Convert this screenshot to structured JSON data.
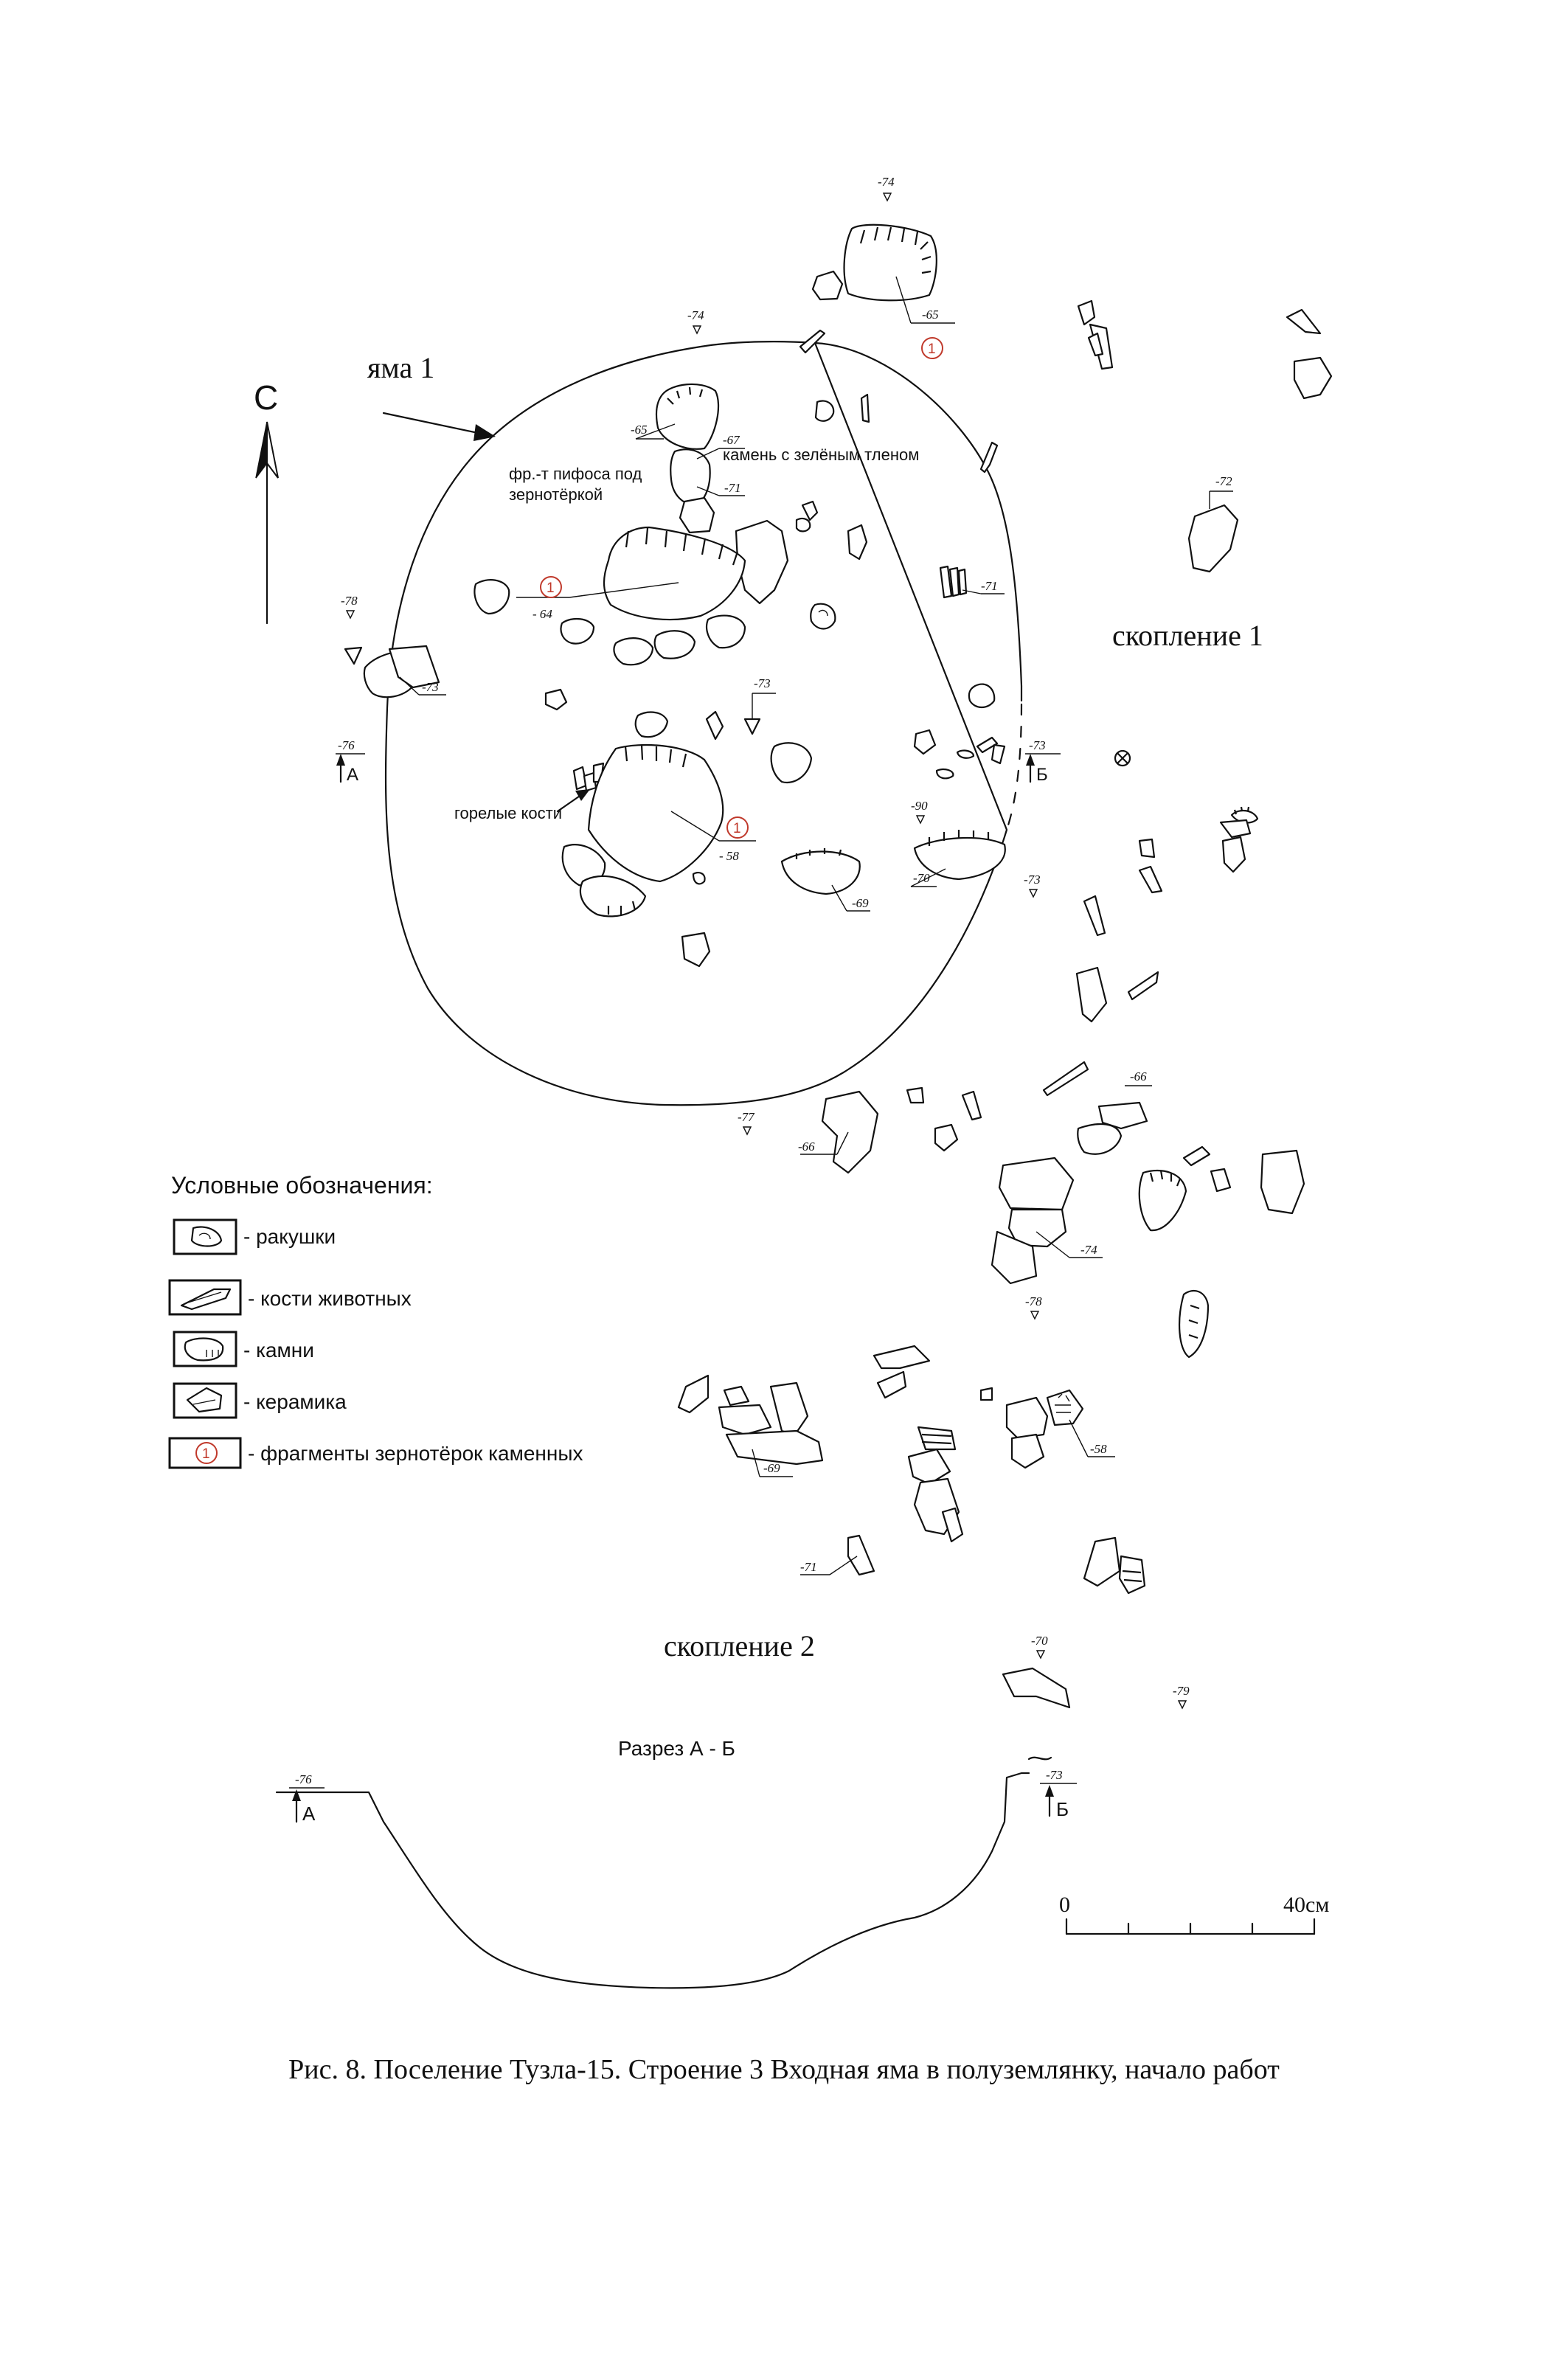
{
  "labels": {
    "pit": "яма 1",
    "north": "С",
    "pithos": "фр.-т пифоса под зернотёркой",
    "pithos_line1": "фр.-т пифоса под",
    "pithos_line2": "зернотёркой",
    "green_stone": "камень с зелёным тленом",
    "burnt_bones": "горелые кости",
    "cluster1": "скопление 1",
    "cluster2": "скопление 2",
    "section_title": "Разрез А - Б",
    "marker_a": "А",
    "marker_b": "Б"
  },
  "legend": {
    "title": "Условные обозначения:",
    "items": [
      {
        "key": "shells",
        "label": "- ракушки"
      },
      {
        "key": "animal-bones",
        "label": "- кости животных"
      },
      {
        "key": "stones",
        "label": "- камни"
      },
      {
        "key": "ceramics",
        "label": "- керамика"
      },
      {
        "key": "grinding-stones",
        "label": "- фрагменты зернотёрок каменных"
      }
    ]
  },
  "grinder_marker": "1",
  "levels": {
    "top": "-74",
    "top_stone": "-65",
    "rim": "-74",
    "stone_a": "-65",
    "stone_b": "-67",
    "stone_c": "-71",
    "grinder1": "- 64",
    "grinder2": "- 58",
    "west": "-78",
    "west_stone": "-73",
    "section_a": "-76",
    "section_b": "-73",
    "arrow_mid": "-73",
    "pit_e": "-90",
    "sherd_e": "-70",
    "stone_s": "-69",
    "sherd_e2": "-73",
    "cluster1_n": "-72",
    "cluster1_bones": "-71",
    "cluster1_66": "-66",
    "cluster1_74": "-74",
    "cluster1_78": "-78",
    "pit_sw": "-77",
    "stone_66": "-66",
    "cluster2_69": "-69",
    "cluster2_71": "-71",
    "cluster2_58": "-58",
    "bottom_70": "-70",
    "bottom_79": "-79"
  },
  "scale": {
    "start": "0",
    "end": "40см"
  },
  "caption": "Рис. 8. Поселение Тузла-15. Строение 3 Входная яма в полуземлянку, начало работ"
}
